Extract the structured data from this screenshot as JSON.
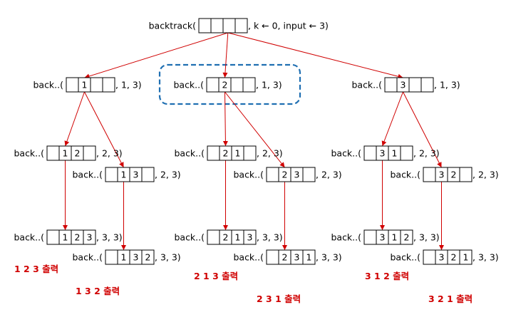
{
  "nodes": [
    {
      "id": "root",
      "prefix": "backtrack(",
      "cells": [
        "",
        "",
        "",
        ""
      ],
      "suffix": ", k ← 0, input ← 3)"
    },
    {
      "id": "n1",
      "prefix": "back..(",
      "cells": [
        "",
        "1",
        "",
        ""
      ],
      "suffix": ", 1, 3)"
    },
    {
      "id": "n2",
      "prefix": "back..(",
      "cells": [
        "",
        "2",
        "",
        ""
      ],
      "suffix": ", 1, 3)",
      "highlighted": true
    },
    {
      "id": "n3",
      "prefix": "back..(",
      "cells": [
        "",
        "3",
        "",
        ""
      ],
      "suffix": ", 1, 3)"
    },
    {
      "id": "n12",
      "prefix": "back..(",
      "cells": [
        "",
        "1",
        "2",
        ""
      ],
      "suffix": ", 2, 3)"
    },
    {
      "id": "n13",
      "prefix": "back..(",
      "cells": [
        "",
        "1",
        "3",
        ""
      ],
      "suffix": ", 2, 3)"
    },
    {
      "id": "n21",
      "prefix": "back..(",
      "cells": [
        "",
        "2",
        "1",
        ""
      ],
      "suffix": ", 2, 3)"
    },
    {
      "id": "n23",
      "prefix": "back..(",
      "cells": [
        "",
        "2",
        "3",
        ""
      ],
      "suffix": ", 2, 3)"
    },
    {
      "id": "n31",
      "prefix": "back..(",
      "cells": [
        "",
        "3",
        "1",
        ""
      ],
      "suffix": ", 2, 3)"
    },
    {
      "id": "n32",
      "prefix": "back..(",
      "cells": [
        "",
        "3",
        "2",
        ""
      ],
      "suffix": ", 2, 3)"
    },
    {
      "id": "n123",
      "prefix": "back..(",
      "cells": [
        "",
        "1",
        "2",
        "3"
      ],
      "suffix": ", 3, 3)"
    },
    {
      "id": "n132",
      "prefix": "back..(",
      "cells": [
        "",
        "1",
        "3",
        "2"
      ],
      "suffix": ", 3, 3)"
    },
    {
      "id": "n213",
      "prefix": "back..(",
      "cells": [
        "",
        "2",
        "1",
        "3"
      ],
      "suffix": ", 3, 3)"
    },
    {
      "id": "n231",
      "prefix": "back..(",
      "cells": [
        "",
        "2",
        "3",
        "1"
      ],
      "suffix": ", 3, 3)"
    },
    {
      "id": "n312",
      "prefix": "back..(",
      "cells": [
        "",
        "3",
        "1",
        "2"
      ],
      "suffix": ", 3, 3)"
    },
    {
      "id": "n321",
      "prefix": "back..(",
      "cells": [
        "",
        "3",
        "2",
        "1"
      ],
      "suffix": ", 3, 3)"
    }
  ],
  "edges": [
    [
      "root",
      "n1"
    ],
    [
      "root",
      "n2"
    ],
    [
      "root",
      "n3"
    ],
    [
      "n1",
      "n12"
    ],
    [
      "n1",
      "n13"
    ],
    [
      "n2",
      "n21"
    ],
    [
      "n2",
      "n23"
    ],
    [
      "n3",
      "n31"
    ],
    [
      "n3",
      "n32"
    ],
    [
      "n12",
      "n123"
    ],
    [
      "n13",
      "n132"
    ],
    [
      "n21",
      "n213"
    ],
    [
      "n23",
      "n231"
    ],
    [
      "n31",
      "n312"
    ],
    [
      "n32",
      "n321"
    ]
  ],
  "outputs": [
    {
      "id": "o123",
      "text": "1 2 3 출력"
    },
    {
      "id": "o132",
      "text": "1 3 2 출력"
    },
    {
      "id": "o213",
      "text": "2 1 3 출력"
    },
    {
      "id": "o231",
      "text": "2 3 1 출력"
    },
    {
      "id": "o312",
      "text": "3 1 2 출력"
    },
    {
      "id": "o321",
      "text": "3 2 1 출력"
    }
  ],
  "colors": {
    "edge": "#d00000",
    "output_text": "#d00000",
    "highlight_border": "#1f6fb2"
  }
}
